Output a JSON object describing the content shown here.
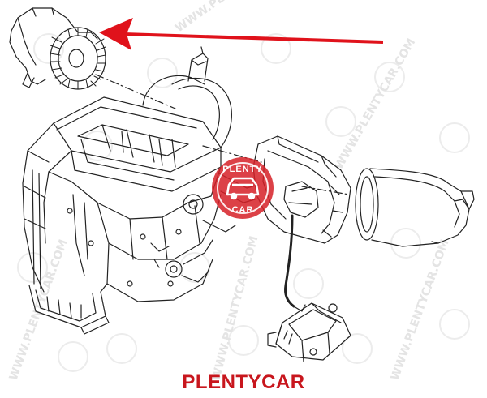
{
  "caption": "PLENTYCAR",
  "watermark": {
    "text": "WWW.PLENTYCAR.COM",
    "color": "#e4e4e4"
  },
  "logo": {
    "top_text": "PLENTY",
    "bottom_text": "CAR",
    "color": "#d62027"
  },
  "arrow": {
    "color": "#e0121b",
    "points_to": "blower-fan"
  },
  "colors": {
    "line_art": "#222222",
    "caption": "#c8161d",
    "background": "#ffffff"
  }
}
